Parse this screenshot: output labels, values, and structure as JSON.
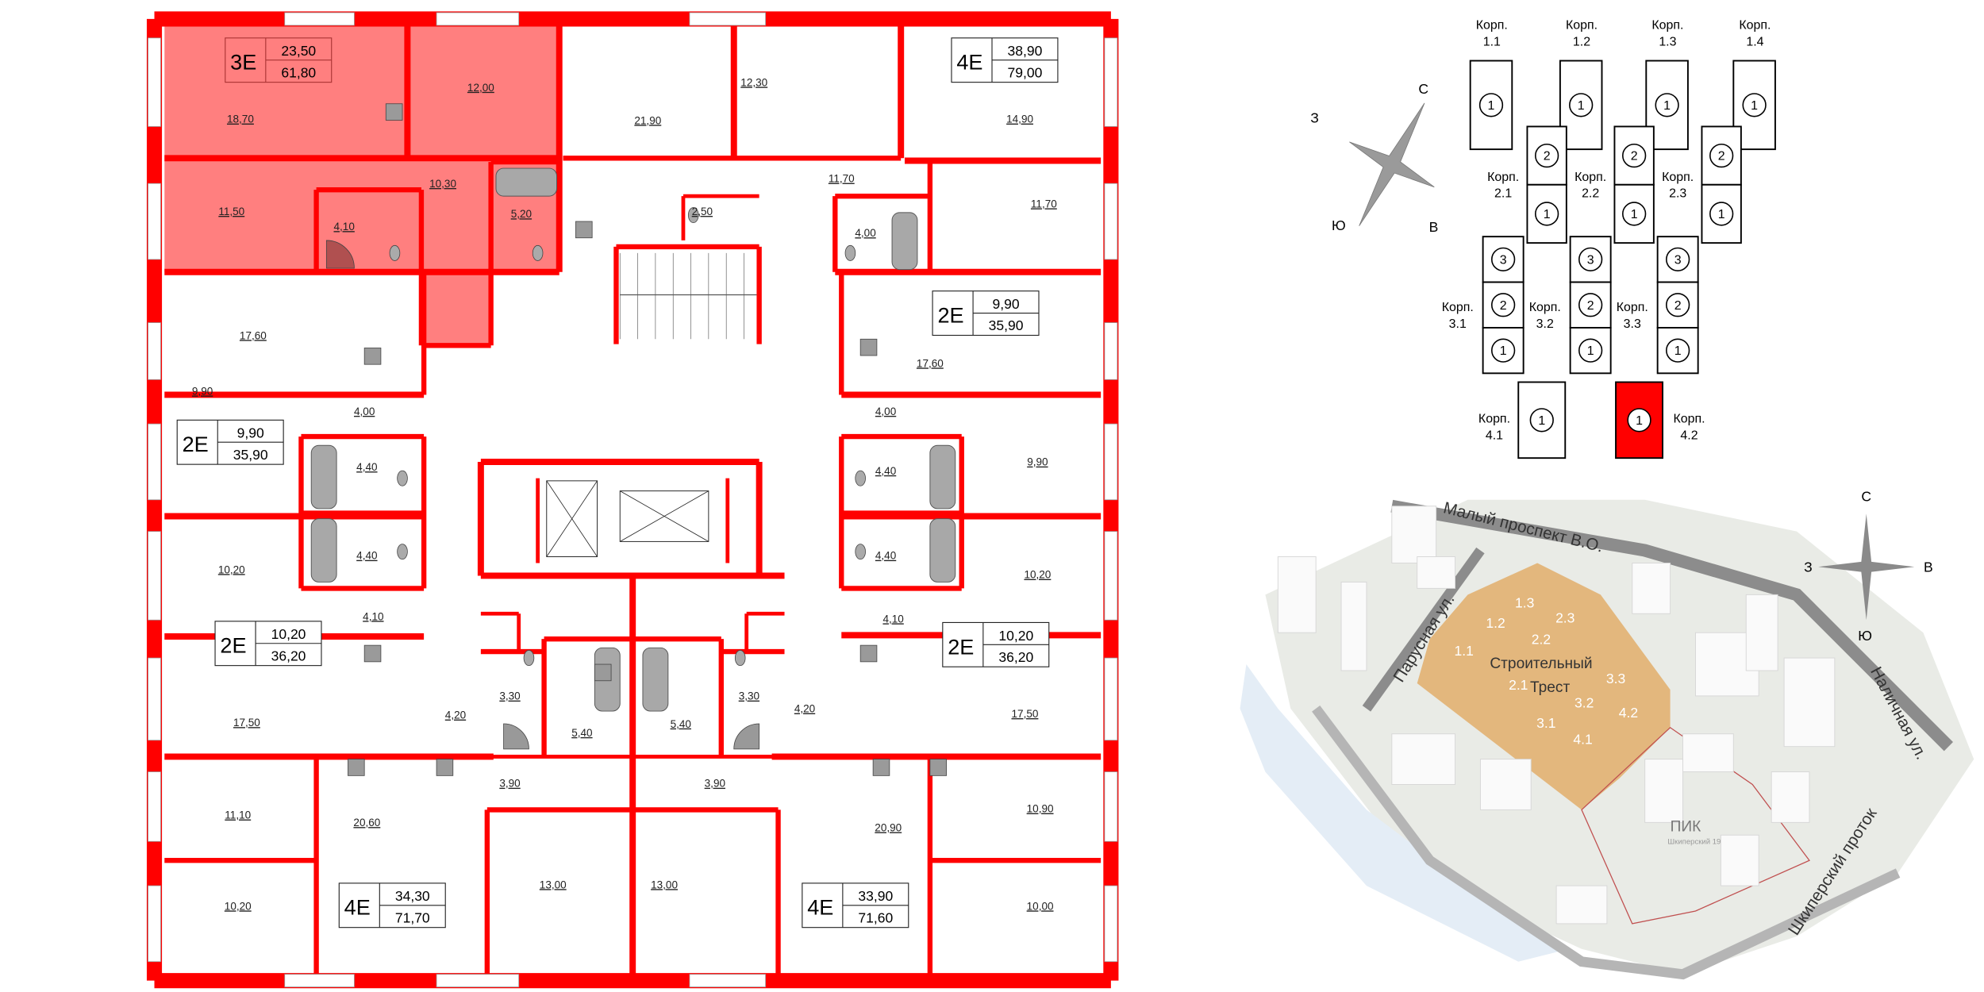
{
  "floor_plan": {
    "wall_color": "#ff0000",
    "selected_fill": "#ff7f7f",
    "apartments": [
      {
        "type": "3Е",
        "living_area": "23,50",
        "total_area": "61,80",
        "selected": true
      },
      {
        "type": "4Е",
        "living_area": "38,90",
        "total_area": "79,00",
        "selected": false
      },
      {
        "type": "2Е",
        "living_area": "9,90",
        "total_area": "35,90",
        "selected": false
      },
      {
        "type": "2Е",
        "living_area": "9,90",
        "total_area": "35,90",
        "selected": false
      },
      {
        "type": "2Е",
        "living_area": "10,20",
        "total_area": "36,20",
        "selected": false
      },
      {
        "type": "2Е",
        "living_area": "10,20",
        "total_area": "36,20",
        "selected": false
      },
      {
        "type": "4Е",
        "living_area": "34,30",
        "total_area": "71,70",
        "selected": false
      },
      {
        "type": "4Е",
        "living_area": "33,90",
        "total_area": "71,60",
        "selected": false
      }
    ],
    "rooms": [
      "18,70",
      "12,00",
      "21,90",
      "12,30",
      "14,90",
      "11,50",
      "10,30",
      "4,10",
      "5,20",
      "11,70",
      "2,50",
      "4,00",
      "11,70",
      "17,60",
      "17,60",
      "9,90",
      "4,00",
      "4,00",
      "9,90",
      "4,40",
      "4,40",
      "4,40",
      "4,40",
      "10,20",
      "10,20",
      "4,10",
      "4,10",
      "4,20",
      "3,30",
      "5,40",
      "5,40",
      "3,30",
      "4,20",
      "17,50",
      "17,50",
      "3,90",
      "3,90",
      "20,60",
      "20,90",
      "11,10",
      "10,90",
      "13,00",
      "13,00",
      "10,20",
      "10,00"
    ]
  },
  "building_selector": {
    "highlight_color": "#ff0000",
    "compass": {
      "north": "С",
      "west": "З",
      "east": "В",
      "south": "Ю"
    },
    "corps": [
      {
        "label": "Корп.",
        "number": "1.1",
        "sections": [
          "1"
        ],
        "selected": false
      },
      {
        "label": "Корп.",
        "number": "1.2",
        "sections": [
          "1"
        ],
        "selected": false
      },
      {
        "label": "Корп.",
        "number": "1.3",
        "sections": [
          "1"
        ],
        "selected": false
      },
      {
        "label": "Корп.",
        "number": "1.4",
        "sections": [
          "1"
        ],
        "selected": false
      },
      {
        "label": "Корп.",
        "number": "2.1",
        "sections": [
          "2",
          "1"
        ],
        "selected": false
      },
      {
        "label": "Корп.",
        "number": "2.2",
        "sections": [
          "2",
          "1"
        ],
        "selected": false
      },
      {
        "label": "Корп.",
        "number": "2.3",
        "sections": [
          "2",
          "1"
        ],
        "selected": false
      },
      {
        "label": "Корп.",
        "number": "3.1",
        "sections": [
          "3",
          "2",
          "1"
        ],
        "selected": false
      },
      {
        "label": "Корп.",
        "number": "3.2",
        "sections": [
          "3",
          "2",
          "1"
        ],
        "selected": false
      },
      {
        "label": "Корп.",
        "number": "3.3",
        "sections": [
          "3",
          "2",
          "1"
        ],
        "selected": false
      },
      {
        "label": "Корп.",
        "number": "4.1",
        "sections": [
          "1"
        ],
        "selected": false
      },
      {
        "label": "Корп.",
        "number": "4.2",
        "sections": [
          "1"
        ],
        "selected": true
      }
    ]
  },
  "site_map": {
    "compass": {
      "north": "С",
      "west": "З",
      "east": "В",
      "south": "Ю"
    },
    "streets": {
      "maly_prospekt": "Малый проспект В.О.",
      "parusnaya": "Парусная ул.",
      "nalichnaya": "Наличная ул.",
      "shkipersky": "Шкиперский проток"
    },
    "complex_name_line1": "Строительный",
    "complex_name_line2": "Трест",
    "building_numbers": [
      "1.1",
      "1.2",
      "1.3",
      "2.1",
      "2.2",
      "2.3",
      "3.1",
      "3.2",
      "3.3",
      "4.1",
      "4.2"
    ],
    "neighbor_name": "ПИК",
    "neighbor_sub": "Шкиперский 19"
  }
}
